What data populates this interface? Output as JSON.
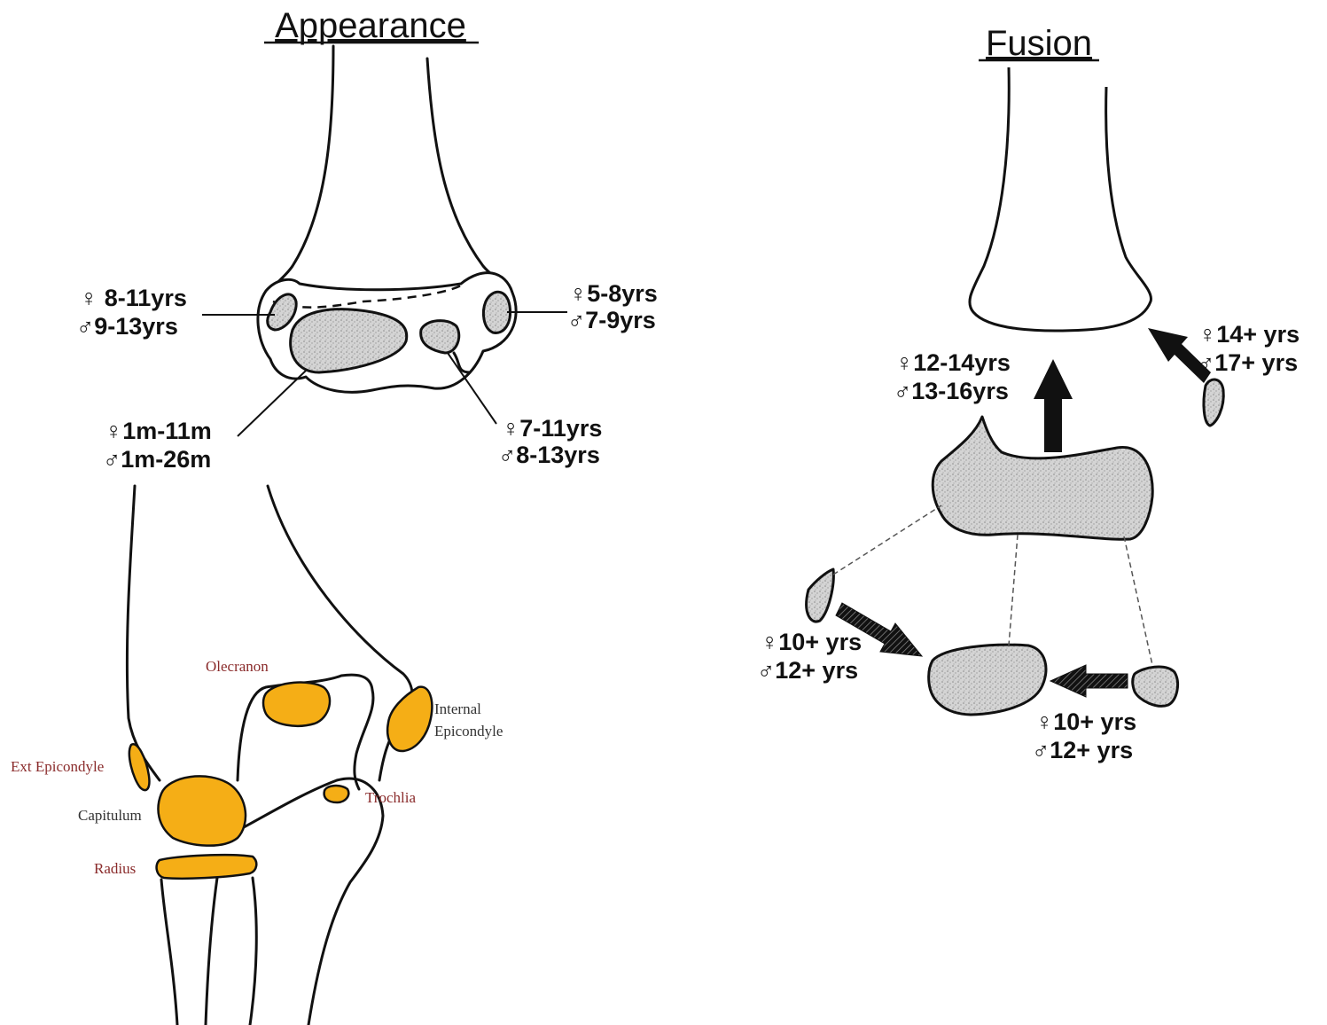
{
  "sections": {
    "appearance_title": "Appearance",
    "fusion_title": "Fusion"
  },
  "appearance_ages": {
    "medial": {
      "female": "♀ 8-11yrs",
      "male": "♂9-13yrs"
    },
    "lateral": {
      "female": "♀5-8yrs",
      "male": "♂7-9yrs"
    },
    "capitulum": {
      "female": "♀1m-11m",
      "male": "♂1m-26m"
    },
    "trochlea": {
      "female": "♀7-11yrs",
      "male": "♂8-13yrs"
    }
  },
  "fusion_ages": {
    "main": {
      "female": "♀12-14yrs",
      "male": "♂13-16yrs"
    },
    "medial_epicondyle": {
      "female": "♀14+ yrs",
      "male": "♂17+ yrs"
    },
    "left_fragment": {
      "female": "♀10+ yrs",
      "male": "♂12+ yrs"
    },
    "right_fragment": {
      "female": "♀10+ yrs",
      "male": "♂12+ yrs"
    }
  },
  "anatomy_labels": {
    "olecranon": "Olecranon",
    "internal_epicondyle_1": "Internal",
    "internal_epicondyle_2": "Epicondyle",
    "ext_epicondyle": "Ext Epicondyle",
    "capitulum": "Capitulum",
    "trochlea": "Trochlia",
    "radius": "Radius"
  },
  "colors": {
    "ossification_highlight": "#f5ae16",
    "stipple": "#d8d8d8",
    "outline": "#111111"
  }
}
